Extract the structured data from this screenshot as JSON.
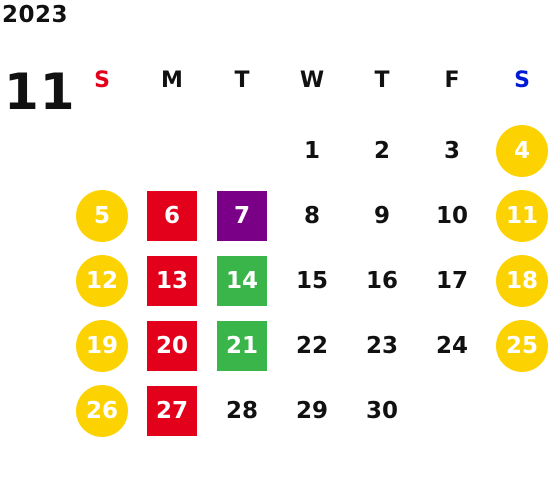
{
  "calendar": {
    "year": "2023",
    "month": "11",
    "weekdays": [
      {
        "label": "S",
        "color": "#e3001b"
      },
      {
        "label": "M",
        "color": "#111111"
      },
      {
        "label": "T",
        "color": "#111111"
      },
      {
        "label": "W",
        "color": "#111111"
      },
      {
        "label": "T",
        "color": "#111111"
      },
      {
        "label": "F",
        "color": "#111111"
      },
      {
        "label": "S",
        "color": "#0019d6"
      }
    ],
    "weeks": [
      [
        null,
        null,
        null,
        {
          "day": "1"
        },
        {
          "day": "2"
        },
        {
          "day": "3"
        },
        {
          "day": "4",
          "style": "circle"
        }
      ],
      [
        {
          "day": "5",
          "style": "circle"
        },
        {
          "day": "6",
          "style": "red"
        },
        {
          "day": "7",
          "style": "purple"
        },
        {
          "day": "8"
        },
        {
          "day": "9"
        },
        {
          "day": "10"
        },
        {
          "day": "11",
          "style": "circle"
        }
      ],
      [
        {
          "day": "12",
          "style": "circle"
        },
        {
          "day": "13",
          "style": "red"
        },
        {
          "day": "14",
          "style": "green"
        },
        {
          "day": "15"
        },
        {
          "day": "16"
        },
        {
          "day": "17"
        },
        {
          "day": "18",
          "style": "circle"
        }
      ],
      [
        {
          "day": "19",
          "style": "circle"
        },
        {
          "day": "20",
          "style": "red"
        },
        {
          "day": "21",
          "style": "green"
        },
        {
          "day": "22"
        },
        {
          "day": "23"
        },
        {
          "day": "24"
        },
        {
          "day": "25",
          "style": "circle"
        }
      ],
      [
        {
          "day": "26",
          "style": "circle"
        },
        {
          "day": "27",
          "style": "red"
        },
        {
          "day": "28"
        },
        {
          "day": "29"
        },
        {
          "day": "30"
        },
        null,
        null
      ]
    ],
    "highlight_colors": {
      "circle": "#fcd200",
      "red": "#e3001b",
      "purple": "#7b0088",
      "green": "#3ab54a"
    }
  }
}
